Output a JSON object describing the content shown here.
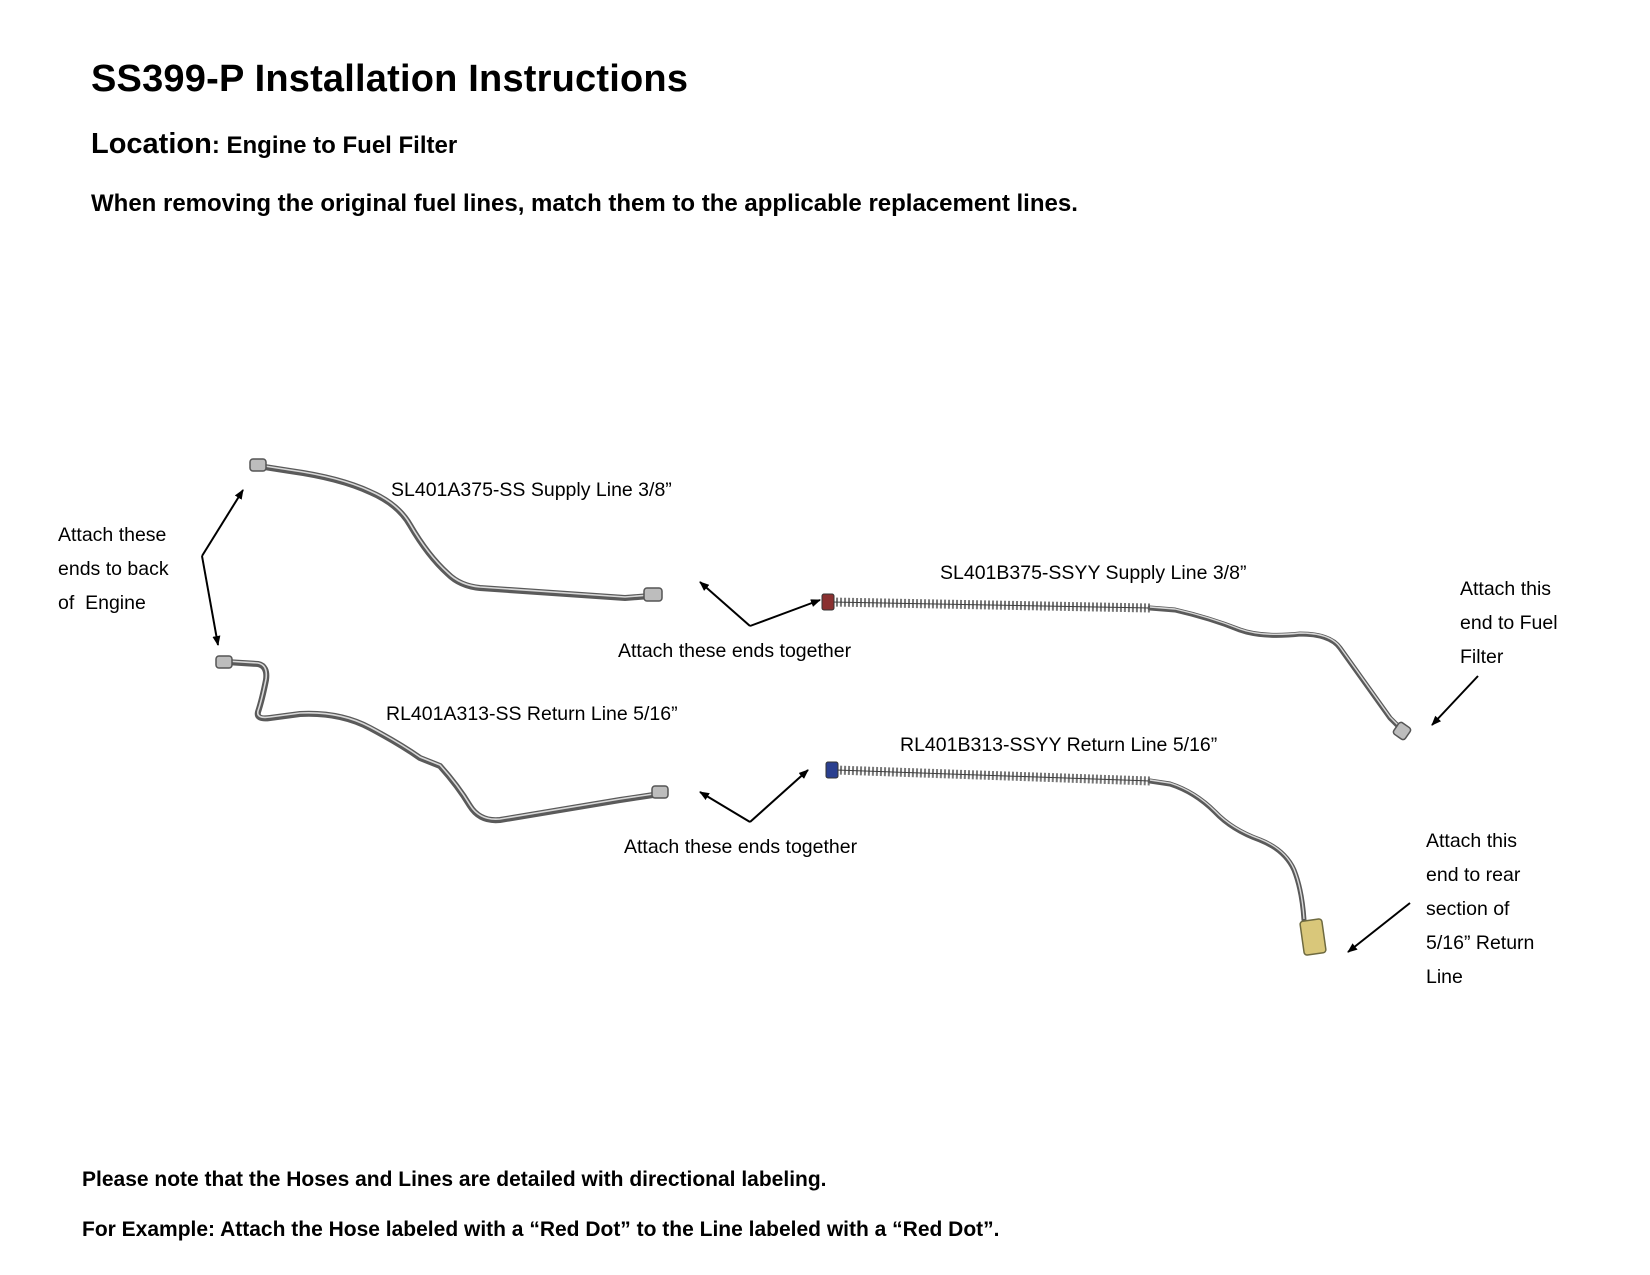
{
  "header": {
    "title": "SS399-P Installation Instructions",
    "location_label": "Location",
    "location_value": ": Engine to Fuel Filter",
    "instruction": "When removing the original fuel lines, match them to the applicable replacement lines."
  },
  "diagram": {
    "lines": [
      {
        "id": "SL401A375-SS",
        "label": "SL401A375-SS Supply Line 3/8”"
      },
      {
        "id": "SL401B375-SSYY",
        "label": "SL401B375-SSYY Supply Line 3/8”"
      },
      {
        "id": "RL401A313-SS",
        "label": "RL401A313-SS Return Line 5/16”"
      },
      {
        "id": "RL401B313-SSYY",
        "label": "RL401B313-SSYY Return Line 5/16”"
      }
    ],
    "callouts": {
      "engine": [
        "Attach these",
        "ends to back",
        "of  Engine"
      ],
      "join_supply": "Attach these ends together",
      "join_return": "Attach these ends together",
      "fuel_filter": [
        "Attach this",
        "end to Fuel",
        "Filter"
      ],
      "rear_return": [
        "Attach this",
        "end to rear",
        "section of",
        "5/16” Return",
        "Line"
      ]
    },
    "colors": {
      "steel": "#5a5a5a",
      "steel_highlight": "#d8d8d8",
      "hose_end_blue": "#2a3f8f",
      "hose_end_red": "#8a3030",
      "brass_fitting": "#d9c77a"
    }
  },
  "footer": {
    "note": "Please note that the Hoses and Lines are detailed with directional labeling.",
    "example": "For Example: Attach the Hose labeled with a “Red Dot” to the Line labeled with a “Red Dot”."
  }
}
